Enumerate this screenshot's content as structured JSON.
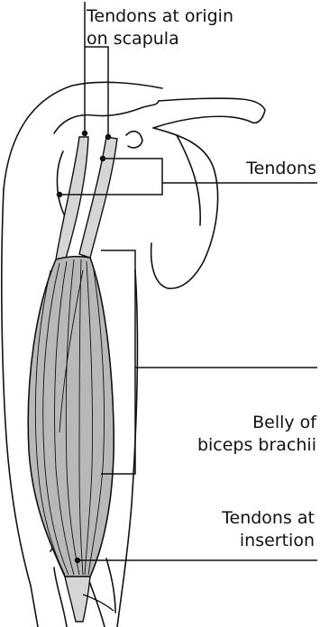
{
  "labels": {
    "origin": {
      "line1": "Tendons at origin",
      "line2": "on scapula"
    },
    "tendons": {
      "line1": "Tendons"
    },
    "belly": {
      "line1": "Belly of",
      "line2": "biceps brachii"
    },
    "insertion": {
      "line1": "Tendons at",
      "line2": "insertion"
    }
  },
  "colors": {
    "ink": "#111111",
    "muscle": "#b8b8b8",
    "background": "#ffffff"
  }
}
